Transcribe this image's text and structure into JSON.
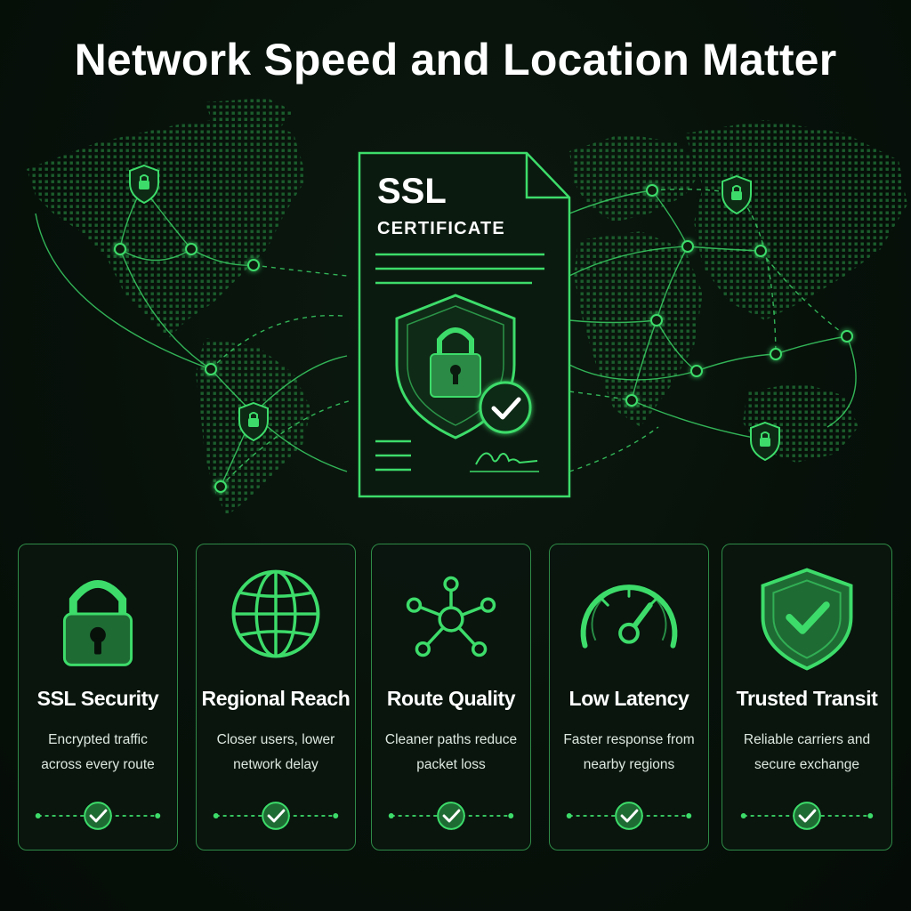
{
  "title": "Network Speed and Location Matter",
  "certificate": {
    "heading": "SSL",
    "subheading": "CERTIFICATE"
  },
  "colors": {
    "accent": "#3ddc6a",
    "accent_dim": "#2f8a47",
    "fill_dark": "#1f6b34",
    "background": "#07110a"
  },
  "cards": [
    {
      "title": "SSL Security",
      "desc_line1": "Encrypted traffic",
      "desc_line2": "across every route",
      "icon": "padlock-icon"
    },
    {
      "title": "Regional Reach",
      "desc_line1": "Closer users, lower",
      "desc_line2": "network delay",
      "icon": "globe-icon"
    },
    {
      "title": "Route Quality",
      "desc_line1": "Cleaner paths reduce",
      "desc_line2": "packet loss",
      "icon": "network-nodes-icon"
    },
    {
      "title": "Low Latency",
      "desc_line1": "Faster response from",
      "desc_line2": "nearby regions",
      "icon": "speedometer-icon"
    },
    {
      "title": "Trusted Transit",
      "desc_line1": "Reliable carriers and",
      "desc_line2": "secure exchange",
      "icon": "shield-check-icon"
    }
  ]
}
